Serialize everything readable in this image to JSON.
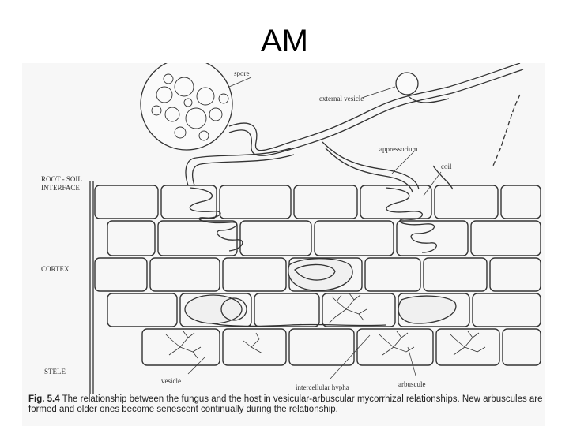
{
  "slide": {
    "title": "AM"
  },
  "figure": {
    "labels": {
      "spore": "spore",
      "external_vesicle": "external vesicle",
      "appressorium": "appressorium",
      "coil": "coil",
      "root_soil_interface": [
        "ROOT - SOIL",
        "INTERFACE"
      ],
      "cortex": "CORTEX",
      "stele": "STELE",
      "vesicle": "vesicle",
      "intercellular_hypha": "intercellular hypha",
      "arbuscule": "arbuscule"
    },
    "caption": {
      "number": "Fig. 5.4",
      "text": "The relationship between the fungus and the host in vesicular-arbuscular mycorrhizal relationships. New arbuscules are formed and older ones become senescent continually during the relationship."
    }
  }
}
